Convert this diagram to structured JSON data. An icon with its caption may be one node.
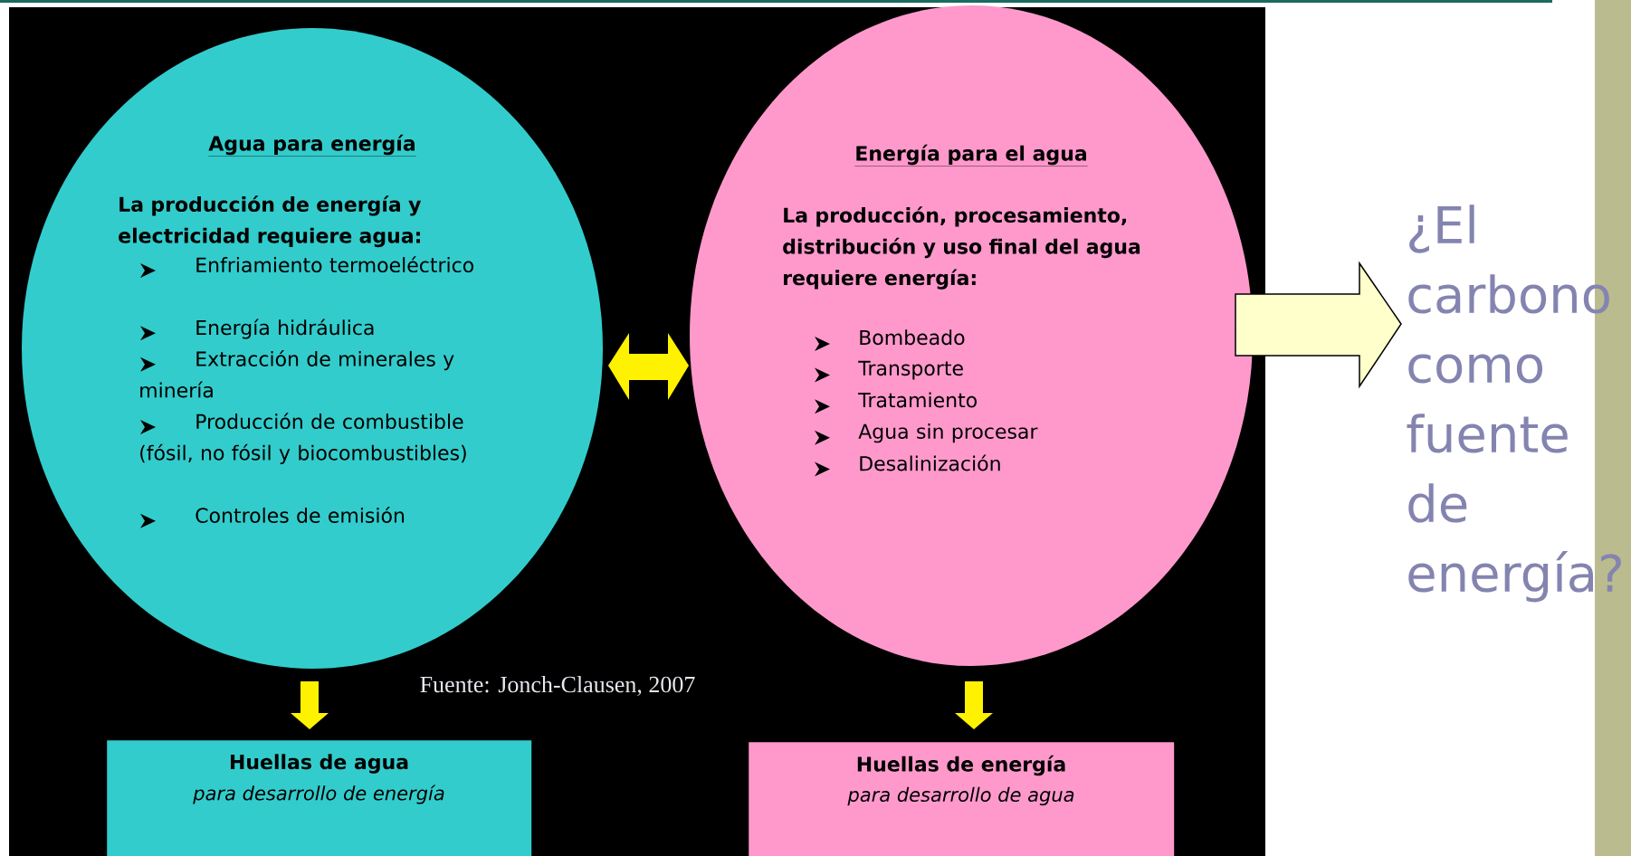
{
  "diagram": {
    "nodes": [
      {
        "text": [
          "Agua para energía",
          "La producción de energía y electricidad requiere agua:",
          "Enfriamiento termoeléctrico",
          "Energía hidráulica",
          "Extracción de minerales y minería",
          "Producción de combustible (fósil, no fósil y biocombustibles)",
          "Controles de emisión"
        ]
      },
      {
        "text": [
          "Energía para el agua",
          "La producción, procesamiento, distribución y uso final del agua requiere energía:",
          "Bombeado",
          "Transporte",
          "Tratamiento",
          "Agua sin procesar",
          "Desalinización"
        ]
      },
      {
        "text": [
          "Huellas de agua",
          "para desarrollo de energía"
        ]
      },
      {
        "text": [
          "Huellas de energía",
          "para desarrollo de agua"
        ]
      },
      {
        "text": [
          "¿El carbono como fuente de energía?"
        ]
      }
    ],
    "edges": [
      {
        "from": 0,
        "to": 1,
        "arrow": "both"
      },
      {
        "from": 0,
        "to": 2,
        "arrow": "to"
      },
      {
        "from": 1,
        "to": 3,
        "arrow": "to"
      },
      {
        "from": 1,
        "to": 4,
        "arrow": "to",
        "color": "#ffffcc"
      }
    ],
    "labels": [
      "Fuente: Jonch-Clausen, 2007"
    ]
  }
}
